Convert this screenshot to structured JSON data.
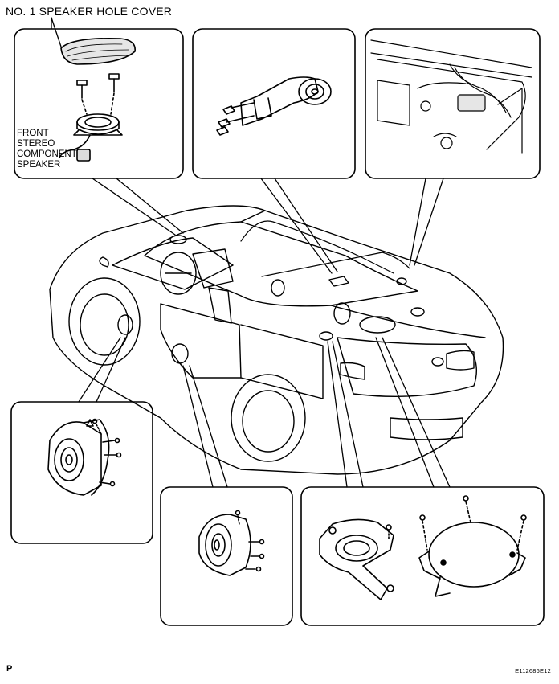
{
  "title": "NO. 1 SPEAKER HOLE COVER",
  "speaker_label": {
    "line1": "FRONT",
    "line2": "STEREO",
    "line3": "COMPONENT",
    "line4": "SPEAKER"
  },
  "corner_code_left": "P",
  "corner_code_right": "E112686E12"
}
